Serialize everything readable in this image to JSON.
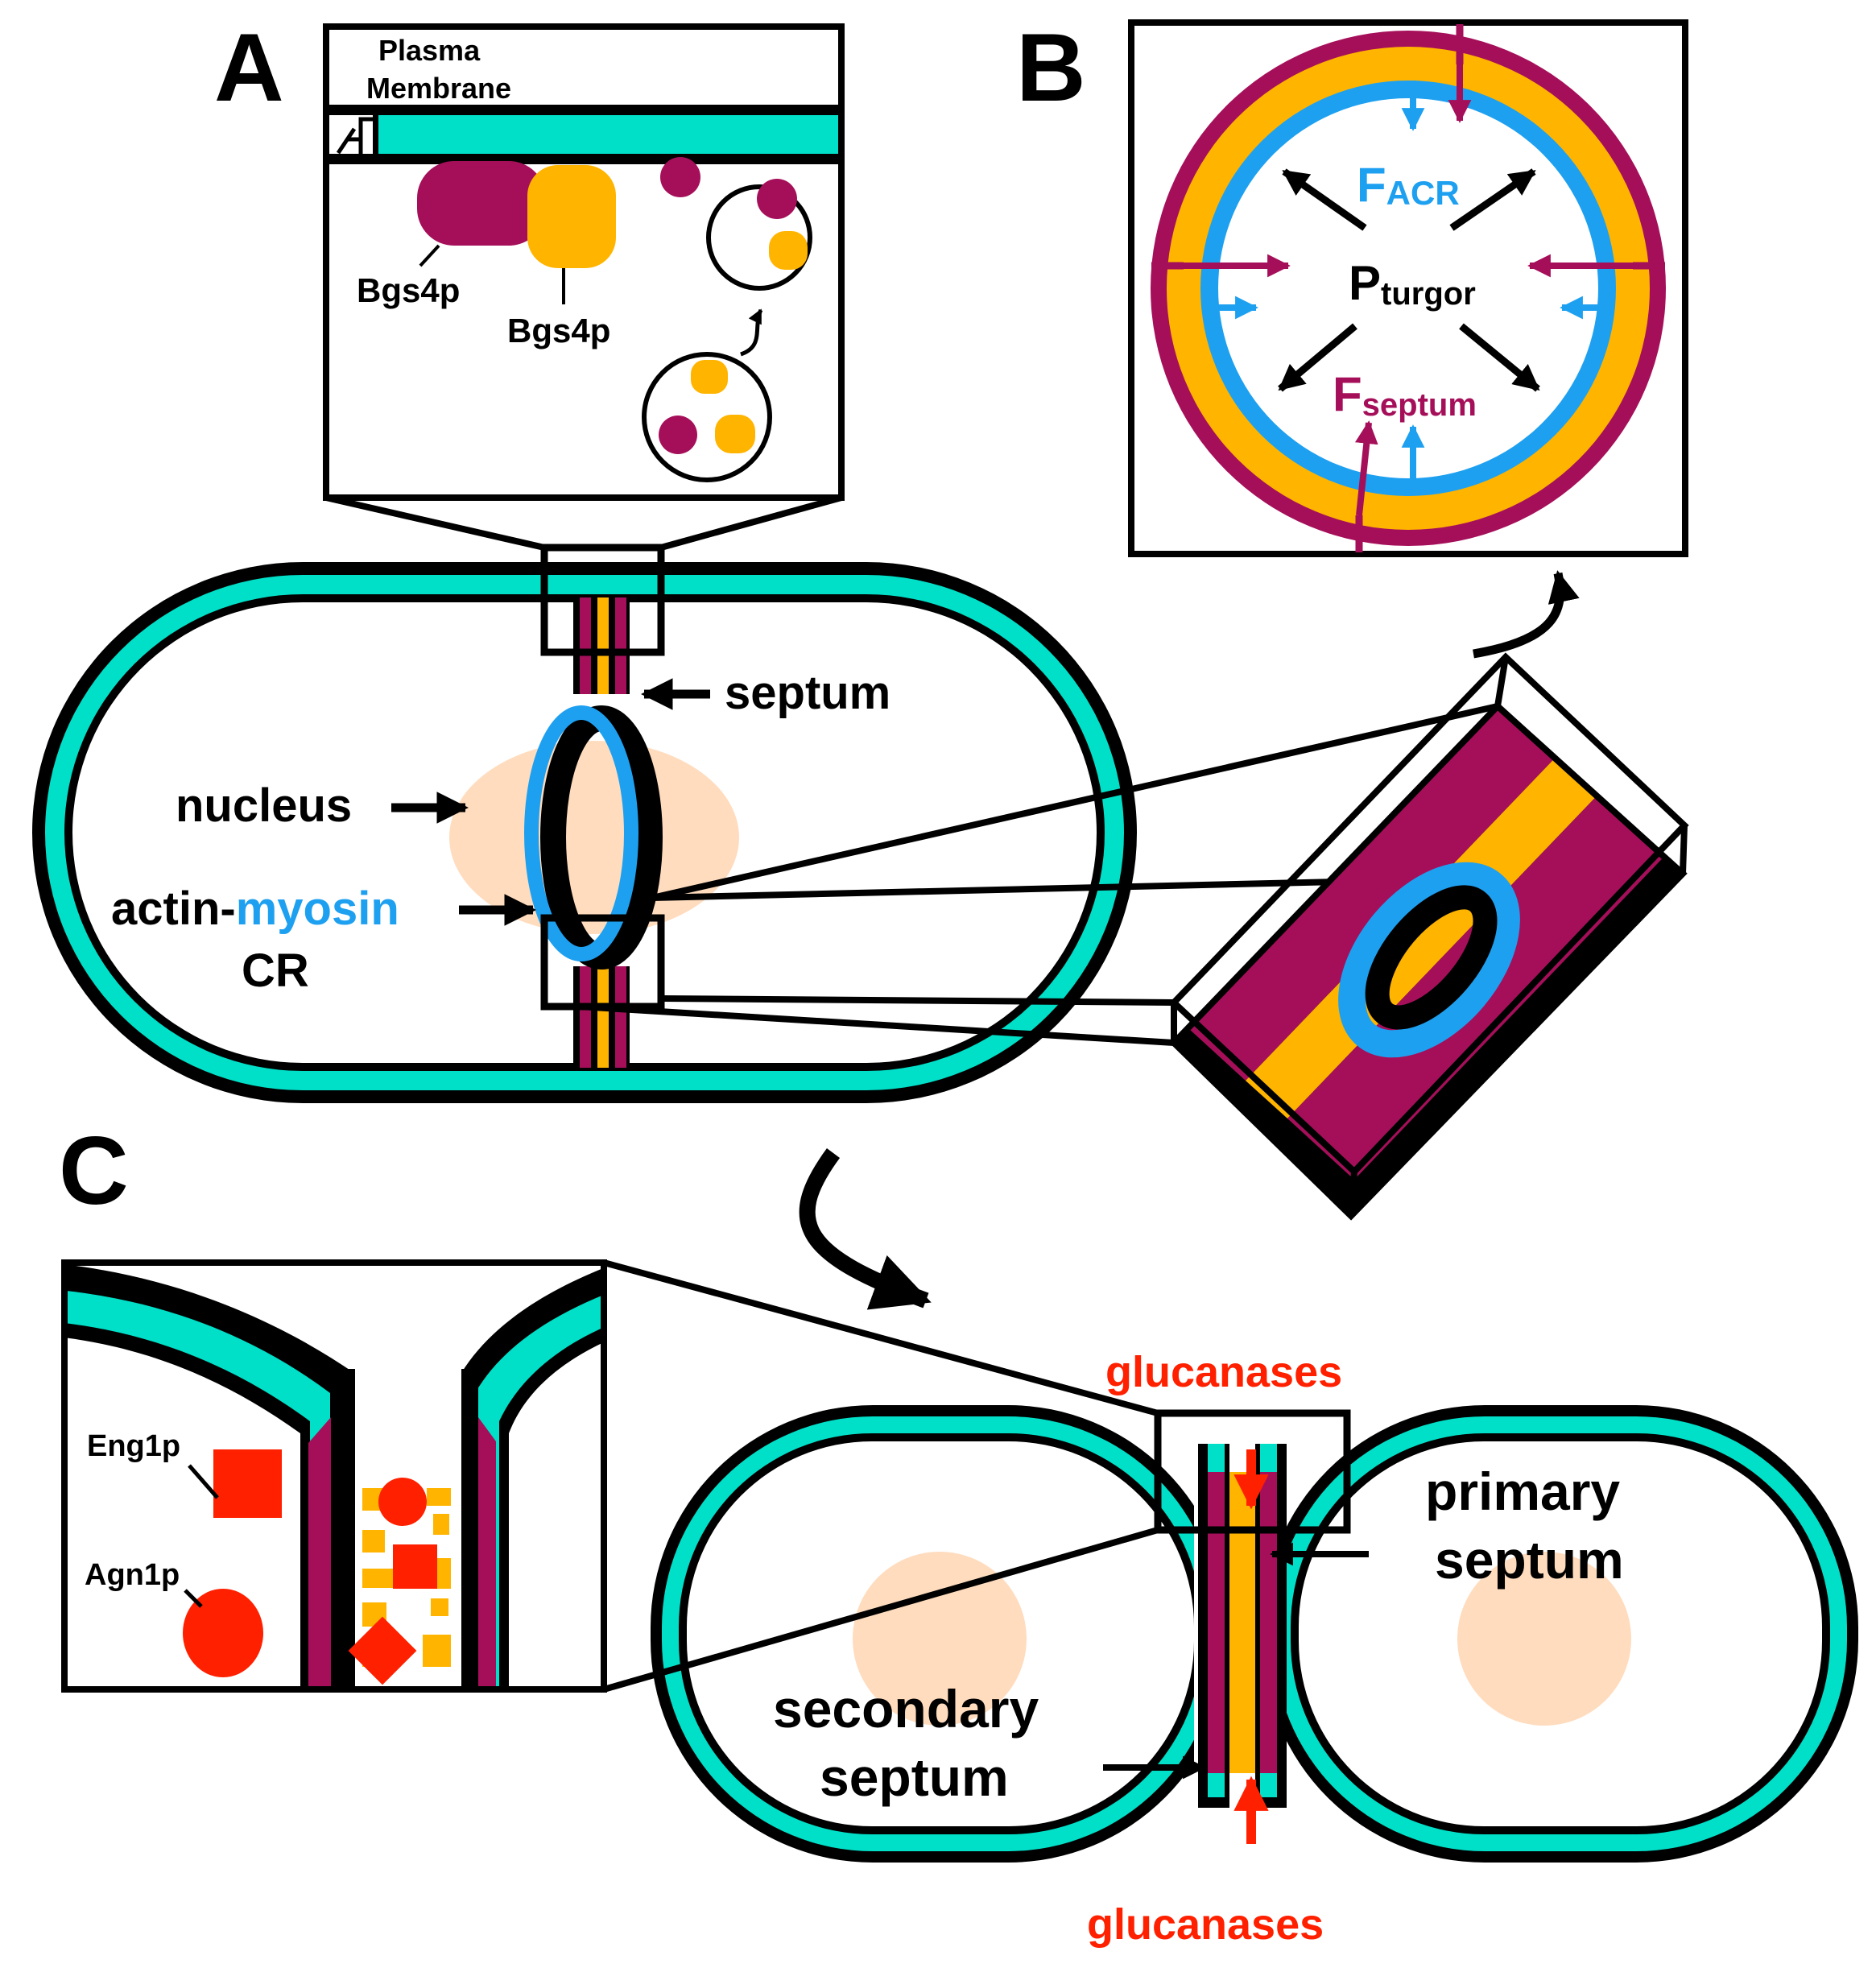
{
  "colors": {
    "membrane": "#00e0c8",
    "wall": "#000000",
    "primary_septum": "#ffb400",
    "secondary_septum": "#a50f5a",
    "myosin": "#1ea0f0",
    "nucleus": "#ffdcbe",
    "glucanase": "#ff2000"
  },
  "panels": {
    "a": "A",
    "b": "B",
    "c": "C"
  },
  "panel_a": {
    "plasma_membrane_1": "Plasma",
    "plasma_membrane_2": "Membrane",
    "bgs4p_1": "Bgs4p",
    "bgs4p_2": "Bgs4p",
    "septum": "septum",
    "nucleus": "nucleus",
    "actin": "actin-",
    "myosin": "myosin",
    "cr": "CR"
  },
  "panel_b": {
    "f": "F",
    "acr": "ACR",
    "p": "P",
    "turgor": "turgor",
    "septum": "septum"
  },
  "panel_c": {
    "eng1p": "Eng1p",
    "agn1p": "Agn1p",
    "glucanases_top": "glucanases",
    "glucanases_bottom": "glucanases",
    "primary_1": "primary",
    "primary_2": "septum",
    "secondary_1": "secondary",
    "secondary_2": "septum"
  }
}
